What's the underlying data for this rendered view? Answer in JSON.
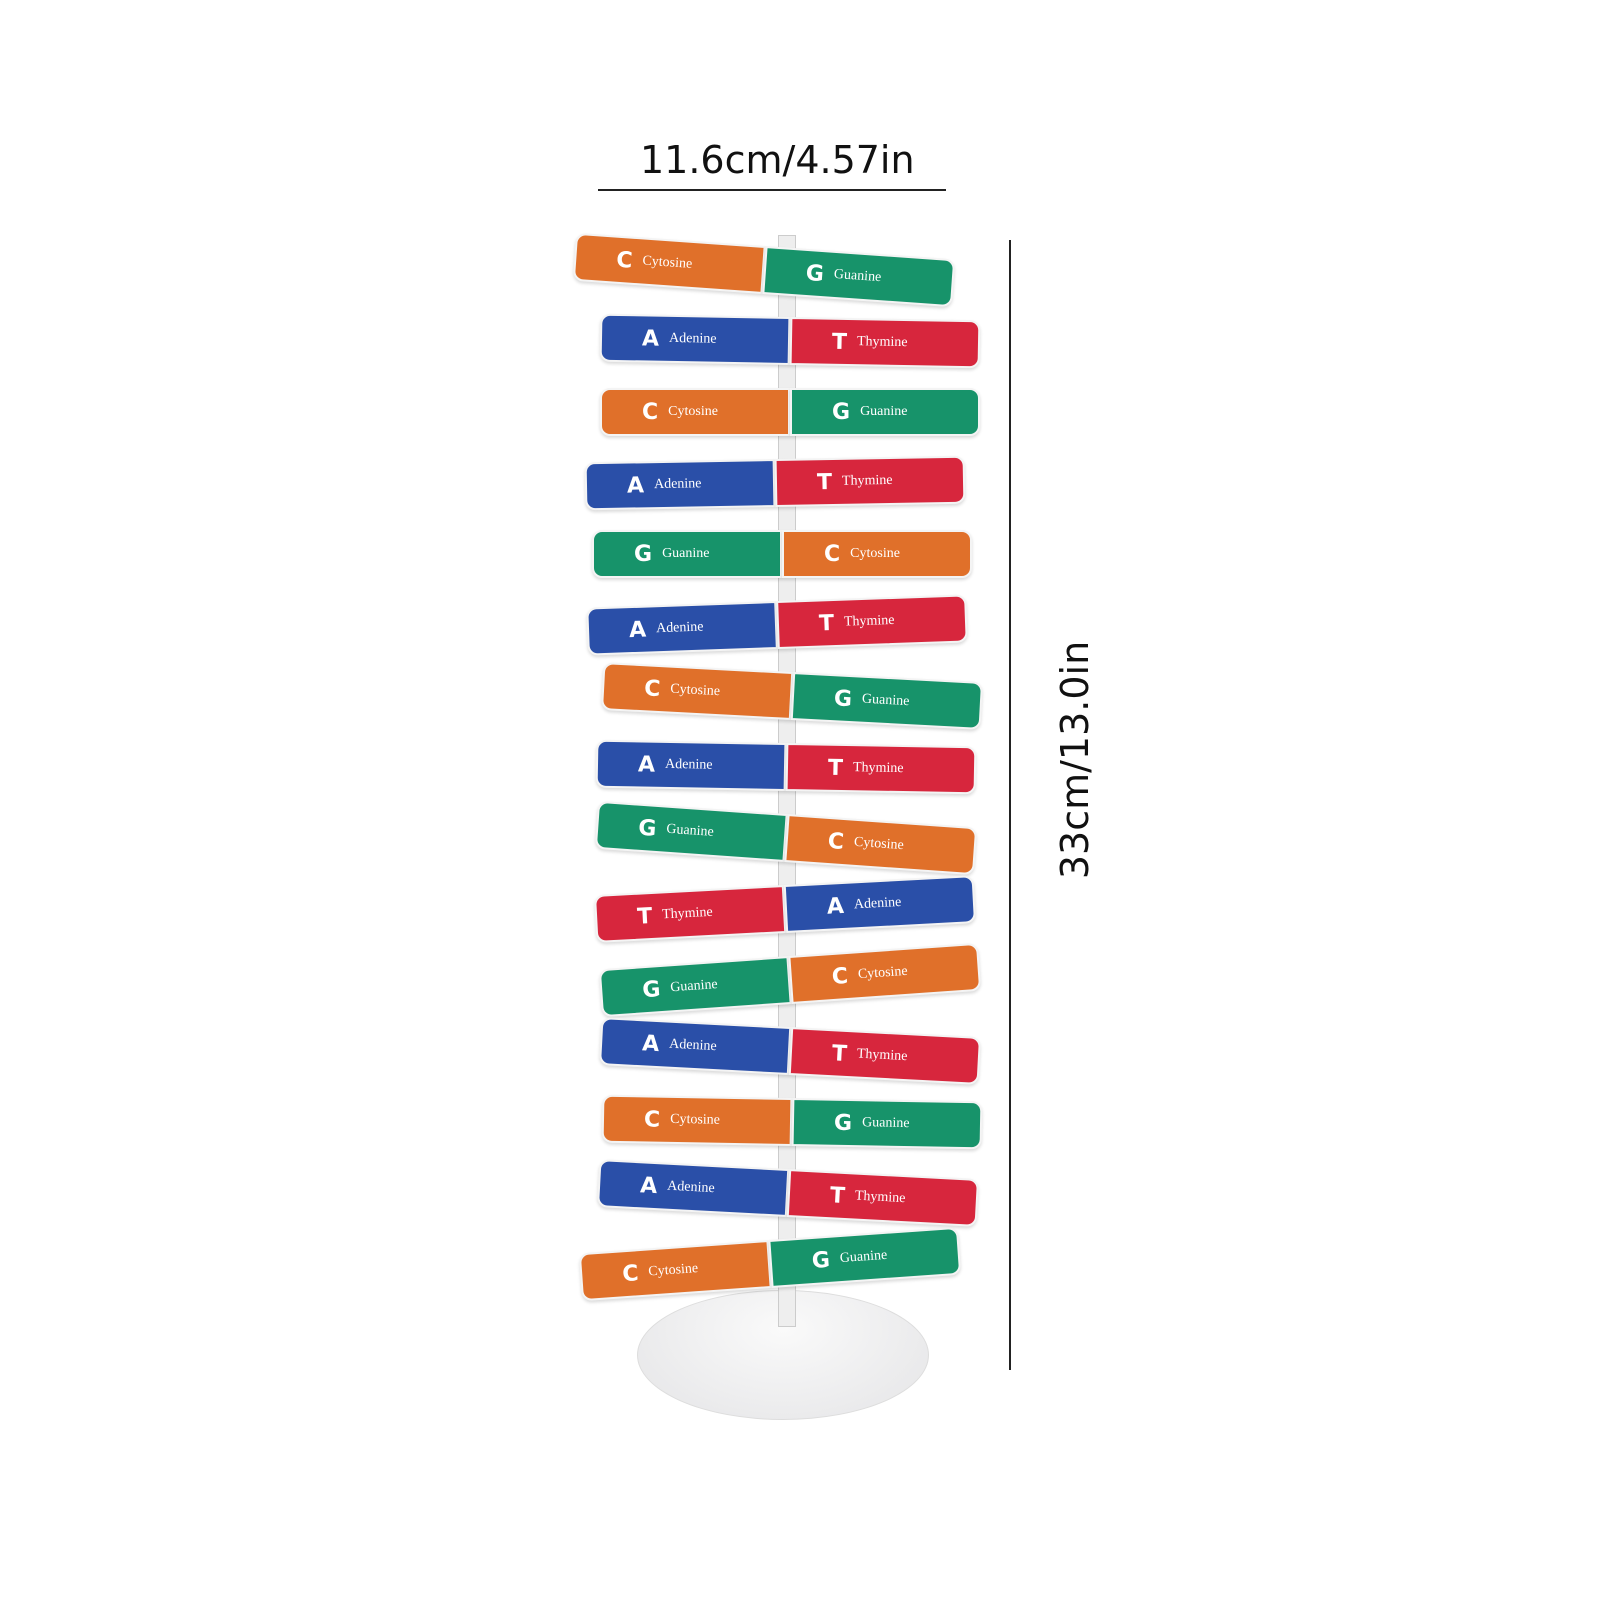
{
  "dimensions": {
    "width_label": "11.6cm/4.57in",
    "height_label": "33cm/13.0in"
  },
  "colors": {
    "A": "#2a4fa8",
    "T": "#d7263d",
    "C": "#e0702a",
    "G": "#17936a"
  },
  "rungs": [
    {
      "left": {
        "letter": "C",
        "name": "Cytosine"
      },
      "right": {
        "letter": "G",
        "name": "Guanine"
      }
    },
    {
      "left": {
        "letter": "A",
        "name": "Adenine"
      },
      "right": {
        "letter": "T",
        "name": "Thymine"
      }
    },
    {
      "left": {
        "letter": "C",
        "name": "Cytosine"
      },
      "right": {
        "letter": "G",
        "name": "Guanine"
      }
    },
    {
      "left": {
        "letter": "A",
        "name": "Adenine"
      },
      "right": {
        "letter": "T",
        "name": "Thymine"
      }
    },
    {
      "left": {
        "letter": "G",
        "name": "Guanine"
      },
      "right": {
        "letter": "C",
        "name": "Cytosine"
      }
    },
    {
      "left": {
        "letter": "A",
        "name": "Adenine"
      },
      "right": {
        "letter": "T",
        "name": "Thymine"
      }
    },
    {
      "left": {
        "letter": "C",
        "name": "Cytosine"
      },
      "right": {
        "letter": "G",
        "name": "Guanine"
      }
    },
    {
      "left": {
        "letter": "A",
        "name": "Adenine"
      },
      "right": {
        "letter": "T",
        "name": "Thymine"
      }
    },
    {
      "left": {
        "letter": "G",
        "name": "Guanine"
      },
      "right": {
        "letter": "C",
        "name": "Cytosine"
      }
    },
    {
      "left": {
        "letter": "T",
        "name": "Thymine"
      },
      "right": {
        "letter": "A",
        "name": "Adenine"
      }
    },
    {
      "left": {
        "letter": "G",
        "name": "Guanine"
      },
      "right": {
        "letter": "C",
        "name": "Cytosine"
      }
    },
    {
      "left": {
        "letter": "A",
        "name": "Adenine"
      },
      "right": {
        "letter": "T",
        "name": "Thymine"
      }
    },
    {
      "left": {
        "letter": "C",
        "name": "Cytosine"
      },
      "right": {
        "letter": "G",
        "name": "Guanine"
      }
    },
    {
      "left": {
        "letter": "A",
        "name": "Adenine"
      },
      "right": {
        "letter": "T",
        "name": "Thymine"
      }
    },
    {
      "left": {
        "letter": "C",
        "name": "Cytosine"
      },
      "right": {
        "letter": "G",
        "name": "Guanine"
      }
    }
  ]
}
